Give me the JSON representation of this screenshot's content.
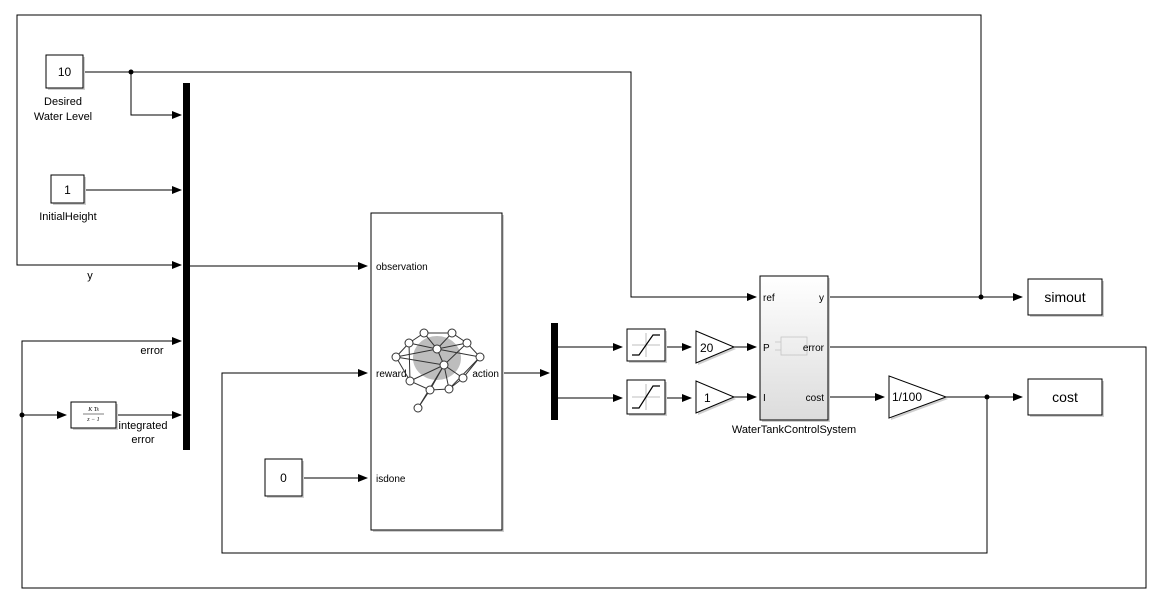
{
  "blocks": {
    "desired": {
      "value": "10",
      "label_line1": "Desired",
      "label_line2": "Water Level"
    },
    "initial": {
      "value": "1",
      "label": "InitialHeight"
    },
    "zero": {
      "value": "0"
    },
    "integrator": {
      "numerator": "K Ts",
      "denominator": "z − 1"
    },
    "agent": {
      "in_observation": "observation",
      "in_reward": "reward",
      "in_isdone": "isdone",
      "out_action": "action"
    },
    "gain_p": {
      "value": "20"
    },
    "gain_i": {
      "value": "1"
    },
    "gain_cost": {
      "value": "1/100"
    },
    "plant": {
      "name": "WaterTankControlSystem",
      "in_ref": "ref",
      "in_p": "P",
      "in_i": "I",
      "out_y": "y",
      "out_error": "error",
      "out_cost": "cost"
    },
    "simout": {
      "label": "simout"
    },
    "cost_out": {
      "label": "cost"
    }
  },
  "signals": {
    "y": "y",
    "error": "error",
    "integrated_line1": "integrated",
    "integrated_line2": "error"
  },
  "icons": [
    "saturation-icon",
    "neural-network-icon",
    "subsystem-icon"
  ]
}
